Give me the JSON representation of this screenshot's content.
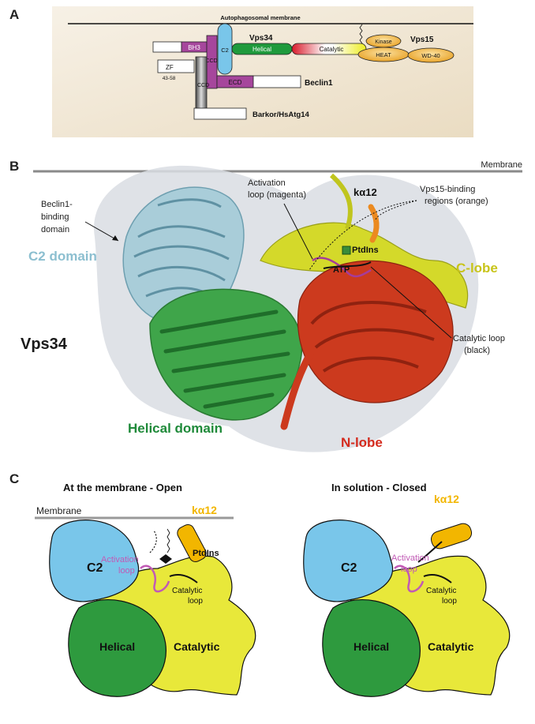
{
  "panel_a": {
    "label": "A",
    "membrane": "Autophagosomal membrane",
    "beclin": {
      "bh3": "BH3",
      "ccd": "CCD",
      "ecd": "ECD",
      "zf": "ZF",
      "zf_range": "43-58",
      "name": "Beclin1"
    },
    "barkor": {
      "ccd": "CCD",
      "name": "Barkor/HsAtg14"
    },
    "vps34": {
      "c2": "C2",
      "helical": "Helical",
      "catalytic": "Catalytic",
      "name": "Vps34"
    },
    "vps15": {
      "kinase": "Kinase",
      "heat": "HEAT",
      "wd40": "WD-40",
      "name": "Vps15"
    }
  },
  "panel_b": {
    "label": "B",
    "membrane": "Membrane",
    "beclin_binding": [
      "Beclin1-",
      "binding",
      "domain"
    ],
    "activation_loop": [
      "Activation",
      "loop (magenta)"
    ],
    "k12": "kα12",
    "vps15_binding": [
      "Vps15-binding",
      "regions (orange)"
    ],
    "ptdins": "PtdIns",
    "atp": "ATP",
    "c2_domain": "C2 domain",
    "c_lobe": "C-lobe",
    "vps34": "Vps34",
    "catalytic_loop": [
      "Catalytic loop",
      "(black)"
    ],
    "helical_domain": "Helical domain",
    "n_lobe": "N-lobe"
  },
  "panel_c": {
    "label": "C",
    "open": {
      "title": "At the membrane - Open",
      "membrane": "Membrane",
      "k12": "kα12",
      "ptdins": "PtdIns",
      "activation_loop": [
        "Activation",
        "loop"
      ],
      "catalytic_loop": [
        "Catalytic",
        "loop"
      ],
      "c2": "C2",
      "helical": "Helical",
      "catalytic": "Catalytic"
    },
    "closed": {
      "title": "In solution - Closed",
      "k12": "kα12",
      "activation_loop": [
        "Activation",
        "loop"
      ],
      "catalytic_loop": [
        "Catalytic",
        "loop"
      ],
      "c2": "C2",
      "helical": "Helical",
      "catalytic": "Catalytic"
    }
  },
  "colors": {
    "c2": "#79c6ea",
    "helical": "#2e9a3e",
    "catalytic": "#e8e83a",
    "k12": "#f2b600",
    "activation_loop": "#c15ab5",
    "n_lobe_text": "#d42b1e",
    "c_lobe_text": "#c8c41a",
    "helical_text": "#1f8a3a",
    "c2_text": "#8cbfd0",
    "bh3": "#a6469c"
  }
}
